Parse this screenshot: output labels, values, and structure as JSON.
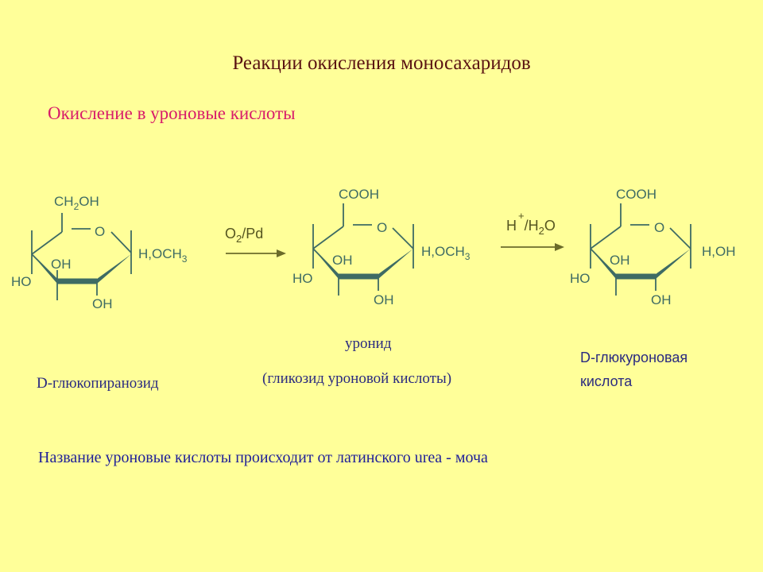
{
  "header": {
    "title": "Реакции окисления моносахаридов",
    "subtitle": "Окисление в уроновые кислоты"
  },
  "molecules": [
    {
      "top_group": "CH",
      "top_group_sub": "2",
      "top_group_tail": "OH",
      "ring_o": "O",
      "right_group": "H,OCH",
      "right_group_sub": "3",
      "oh_upper": "OH",
      "ho_left": "HO",
      "oh_lower": "OH",
      "name": "D-глюкопиранозид"
    },
    {
      "top_group": "COOH",
      "ring_o": "O",
      "right_group": "H,OCH",
      "right_group_sub": "3",
      "oh_upper": "OH",
      "ho_left": "HO",
      "oh_lower": "OH",
      "name": "уронид",
      "name_line2": "(гликозид уроновой кислоты)"
    },
    {
      "top_group": "COOH",
      "ring_o": "O",
      "right_group": "H,OH",
      "oh_upper": "OH",
      "ho_left": "HO",
      "oh_lower": "OH",
      "name": "D-глюкуроновая",
      "name_line2": "кислота"
    }
  ],
  "arrows": [
    {
      "reagent": "O",
      "reagent_sub": "2",
      "reagent_tail": "/Pd"
    },
    {
      "reagent": "H",
      "reagent_sup": "+",
      "reagent_tail": "/H",
      "reagent_sub": "2",
      "reagent_tail2": "O"
    }
  ],
  "footer": {
    "note": "Название  уроновые кислоты  происходит от латинского urea  - моча"
  },
  "colors": {
    "background": "#ffff99",
    "title": "#5a1212",
    "subtitle": "#d81b6a",
    "structure": "#3e6b64",
    "caption": "#2a2a80"
  }
}
